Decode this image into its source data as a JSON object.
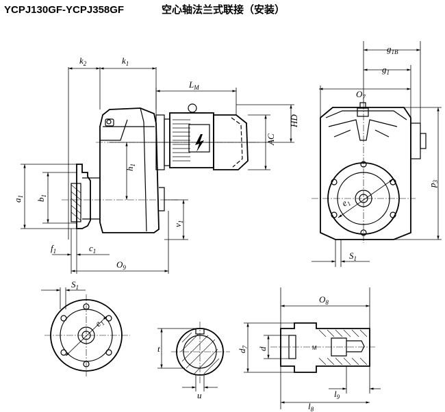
{
  "title": {
    "series": "YCPJ130GF-YCPJ358GF",
    "name": "空心轴法兰式联接（安装）"
  },
  "labels": {
    "k2": "k",
    "k2_sub": "2",
    "k1": "k",
    "k1_sub": "1",
    "lm": "L",
    "lm_sub": "M",
    "hd": "HD",
    "ac": "AC",
    "h1": "h",
    "h1_sub": "1",
    "a1": "a",
    "a1_sub": "1",
    "b1": "b",
    "b1_sub": "1",
    "v1": "v",
    "v1_sub": "1",
    "f1": "f",
    "f1_sub": "1",
    "c1": "c",
    "c1_sub": "1",
    "o9": "O",
    "o9_sub": "9",
    "g1b": "g",
    "g1b_sub": "1B",
    "g1": "g",
    "g1_sub": "1",
    "o7": "O",
    "o7_sub": "7",
    "p3": "p",
    "p3_sub": "3",
    "s1_right": "S",
    "s1_right_sub": "1",
    "e1_right": "e",
    "e1_right_sub": "1",
    "s1_left": "S",
    "s1_left_sub": "1",
    "e1_left": "e",
    "e1_left_sub": "1",
    "t": "t",
    "u": "u",
    "o8": "O",
    "o8_sub": "8",
    "d7": "d",
    "d7_sub": "7",
    "d": "d",
    "m": "M",
    "l9": "l",
    "l9_sub": "9",
    "l8": "l",
    "l8_sub": "8"
  }
}
